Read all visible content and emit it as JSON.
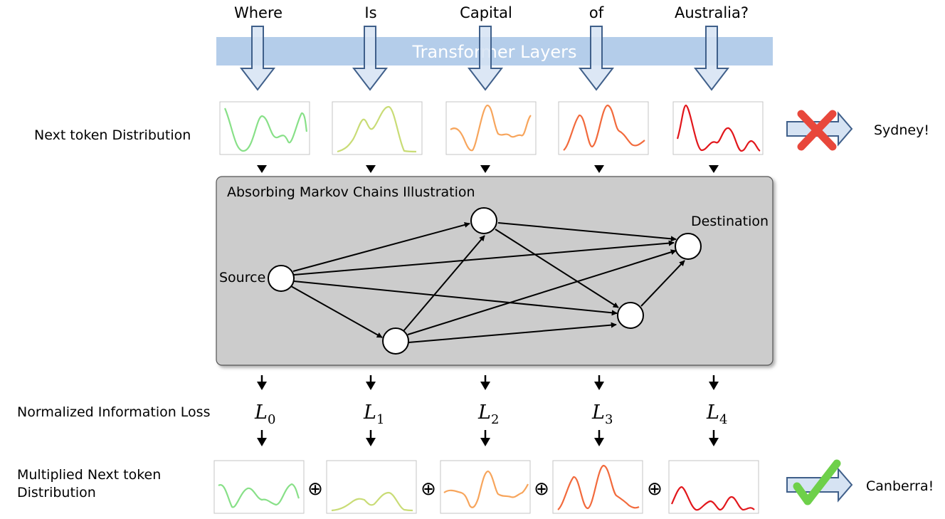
{
  "tokens": [
    "Where",
    "Is",
    "Capital",
    "of",
    "Australia?"
  ],
  "layers_label": "Transformer Layers",
  "row_labels": {
    "next_token": "Next token Distribution",
    "info_loss": "Normalized Information Loss",
    "multiplied_line1": "Multiplied Next token",
    "multiplied_line2": "Distribution"
  },
  "box_title": "Absorbing Markov Chains Illustration",
  "nodes": {
    "source": "Source",
    "destination": "Destination"
  },
  "loss_terms": [
    {
      "symbol": "L",
      "sub": "0"
    },
    {
      "symbol": "L",
      "sub": "1"
    },
    {
      "symbol": "L",
      "sub": "2"
    },
    {
      "symbol": "L",
      "sub": "3"
    },
    {
      "symbol": "L",
      "sub": "4"
    }
  ],
  "operator": "⊕",
  "outcomes": {
    "wrong": "Sydney!",
    "right": "Canberra!"
  },
  "icons": {
    "wrong": "red-cross-icon",
    "right": "green-check-icon"
  },
  "colors": {
    "layers_band": "#b4cdea",
    "arrow_fill": "#d6e3f3",
    "arrow_stroke": "#3f5f8a",
    "box_fill": "#cccccc",
    "curves": [
      "#88e088",
      "#c9dc76",
      "#f7a55c",
      "#f26a3c",
      "#e2171c"
    ],
    "cross": "#e8473b",
    "check": "#6ed04a"
  }
}
